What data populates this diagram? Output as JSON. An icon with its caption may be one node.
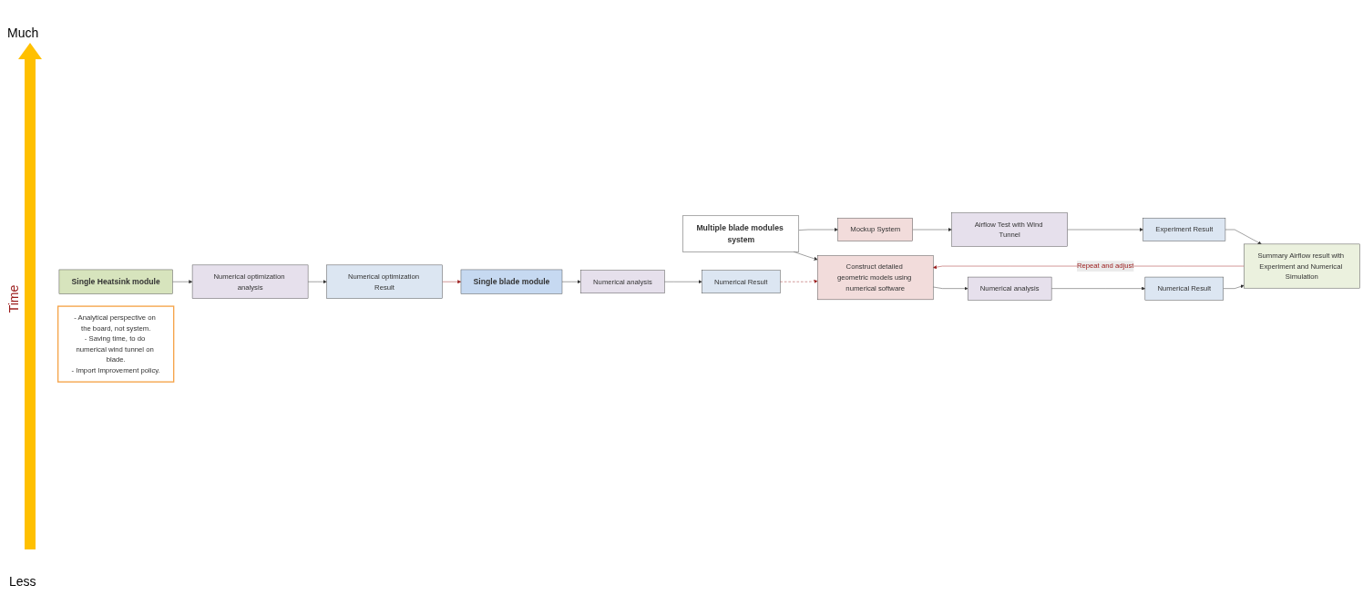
{
  "diagram": {
    "nodes": [
      {
        "text": [
          "Multiple blade modules system"
        ]
      },
      {
        "text": [
          "Construct detailed geometric models using numerical software"
        ]
      },
      {
        "text": [
          "Numerical analysis"
        ]
      },
      {
        "text": [
          "Numerical Result"
        ]
      },
      {
        "text": [
          "Mockup System"
        ]
      },
      {
        "text": [
          "Airflow Test with Wind Tunnel"
        ]
      },
      {
        "text": [
          "Experiment Result"
        ]
      },
      {
        "text": [
          "Summary Airflow result with Experiment and Numerical Simulation"
        ]
      },
      {
        "text": [
          "Single blade module"
        ]
      },
      {
        "text": [
          "Numerical analysis"
        ]
      },
      {
        "text": [
          "Numerical Result"
        ]
      },
      {
        "text": [
          "Single Heatsink module"
        ]
      },
      {
        "text": [
          "Numerical optimization analysis"
        ]
      },
      {
        "text": [
          "Numerical optimization Result"
        ]
      },
      {
        "text": [
          "- Analytical perspective on the board, not system.",
          "- Saving time, to do numerical wind tunnel on blade.",
          "- Import Improvement policy."
        ]
      }
    ],
    "edges": [
      {
        "from": 0,
        "to": 1,
        "arrow": "to"
      },
      {
        "from": 0,
        "to": 4,
        "arrow": "to"
      },
      {
        "from": 1,
        "to": 2,
        "arrow": "to"
      },
      {
        "from": 2,
        "to": 3,
        "arrow": "to"
      },
      {
        "from": 4,
        "to": 5,
        "arrow": "to"
      },
      {
        "from": 5,
        "to": 6,
        "arrow": "to"
      },
      {
        "from": 3,
        "to": 7,
        "arrow": "to"
      },
      {
        "from": 6,
        "to": 7,
        "arrow": "to"
      },
      {
        "from": 7,
        "to": 1,
        "arrow": "to",
        "label": "Repeat and adjust",
        "color": "#9b1c1c"
      },
      {
        "from": 8,
        "to": 9,
        "arrow": "to"
      },
      {
        "from": 9,
        "to": 10,
        "arrow": "to"
      },
      {
        "from": 10,
        "to": 1,
        "arrow": "to",
        "style": "dashed",
        "color": "#9b1c1c"
      },
      {
        "from": 11,
        "to": 12,
        "arrow": "to"
      },
      {
        "from": 12,
        "to": 13,
        "arrow": "to"
      },
      {
        "from": 13,
        "to": 8,
        "arrow": "to",
        "color": "#9b1c1c"
      }
    ],
    "labels": [
      "Much",
      "Time",
      "Less"
    ]
  }
}
